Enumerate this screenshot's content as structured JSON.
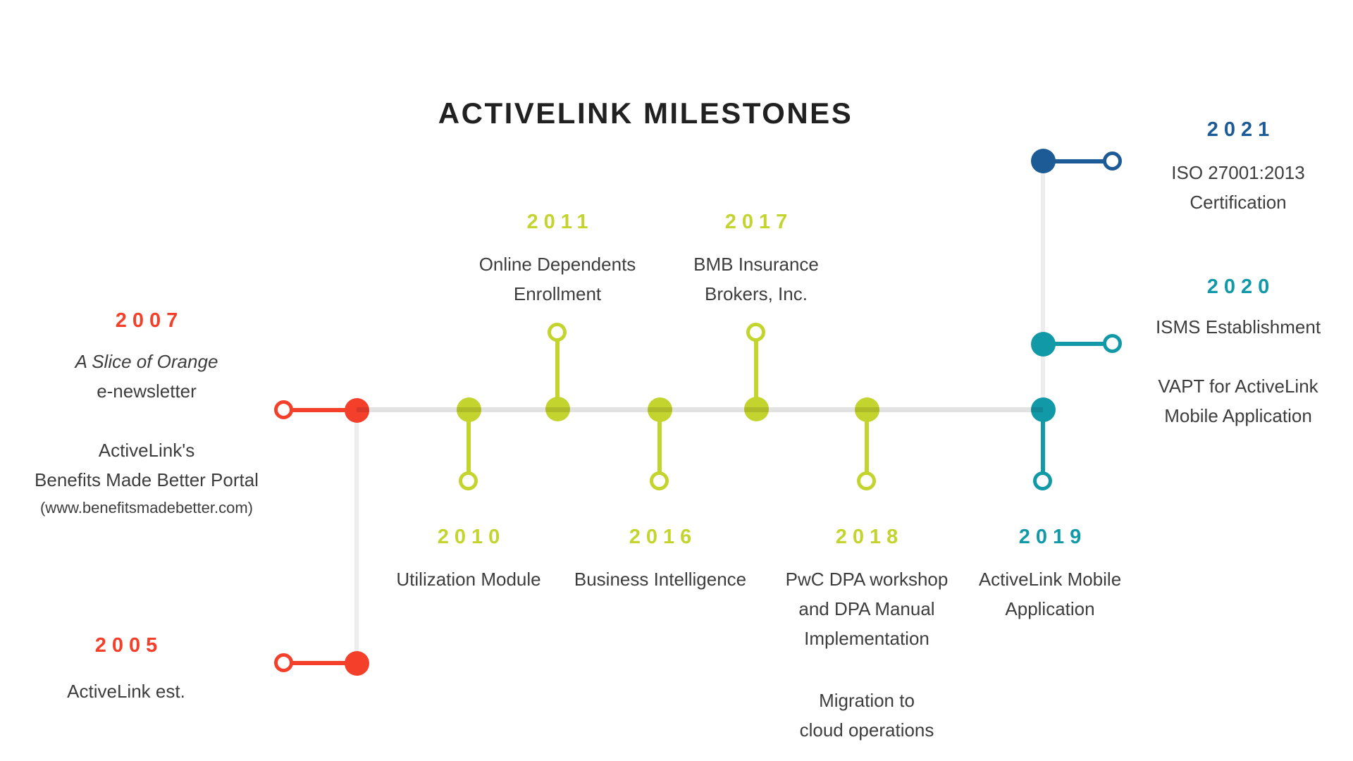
{
  "title": "ACTIVELINK MILESTONES",
  "colors": {
    "red": "#f4402a",
    "green": "#c4d42e",
    "teal": "#1299a8",
    "navy": "#1d5b96",
    "timeline_gray": "#e1e1e1",
    "branch_gray": "#ededed",
    "text_dark": "#3d3d3d",
    "title_color": "#212121"
  },
  "milestones": [
    {
      "year": "2005",
      "color": "red",
      "lines": [
        "ActiveLink est."
      ]
    },
    {
      "year": "2007",
      "color": "red",
      "lines": [
        "A Slice of Orange",
        "e-newsletter",
        "ActiveLink's",
        "Benefits Made Better Portal",
        "(www.benefitsmadebetter.com)"
      ]
    },
    {
      "year": "2010",
      "color": "green",
      "lines": [
        "Utilization Module"
      ]
    },
    {
      "year": "2011",
      "color": "green",
      "lines": [
        "Online Dependents",
        "Enrollment"
      ]
    },
    {
      "year": "2016",
      "color": "green",
      "lines": [
        "Business Intelligence"
      ]
    },
    {
      "year": "2017",
      "color": "green",
      "lines": [
        "BMB Insurance",
        "Brokers, Inc."
      ]
    },
    {
      "year": "2018",
      "color": "green",
      "lines": [
        "PwC DPA workshop",
        "and DPA Manual",
        "Implementation",
        "Migration to",
        "cloud operations"
      ]
    },
    {
      "year": "2019",
      "color": "teal",
      "lines": [
        "ActiveLink Mobile",
        "Application"
      ]
    },
    {
      "year": "2020",
      "color": "teal",
      "lines": [
        "ISMS Establishment",
        "VAPT for ActiveLink",
        "Mobile Application"
      ]
    },
    {
      "year": "2021",
      "color": "navy",
      "lines": [
        "ISO 27001:2013",
        "Certification"
      ]
    }
  ]
}
